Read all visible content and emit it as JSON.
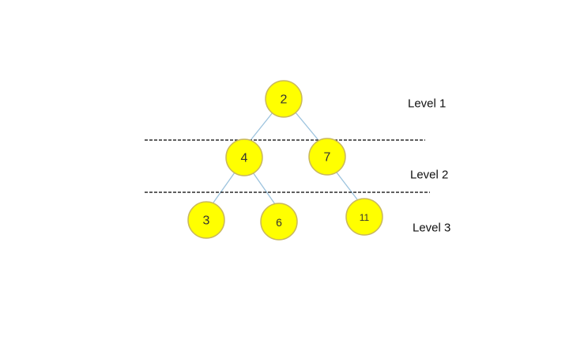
{
  "diagram": {
    "nodes": [
      {
        "id": "n2",
        "label": "2"
      },
      {
        "id": "n4",
        "label": "4"
      },
      {
        "id": "n7",
        "label": "7"
      },
      {
        "id": "n3",
        "label": "3"
      },
      {
        "id": "n6",
        "label": "6"
      },
      {
        "id": "n11",
        "label": "11"
      }
    ],
    "edges": [
      {
        "from": "n2",
        "to": "n4"
      },
      {
        "from": "n2",
        "to": "n7"
      },
      {
        "from": "n4",
        "to": "n3"
      },
      {
        "from": "n4",
        "to": "n6"
      },
      {
        "from": "n7",
        "to": "n11"
      }
    ],
    "levels": [
      {
        "label": "Level 1"
      },
      {
        "label": "Level 2"
      },
      {
        "label": "Level 3"
      }
    ]
  },
  "colors": {
    "node_fill": "#ffff00",
    "node_stroke": "#c9b85c",
    "edge": "#9cc3de",
    "divider": "#000000"
  }
}
